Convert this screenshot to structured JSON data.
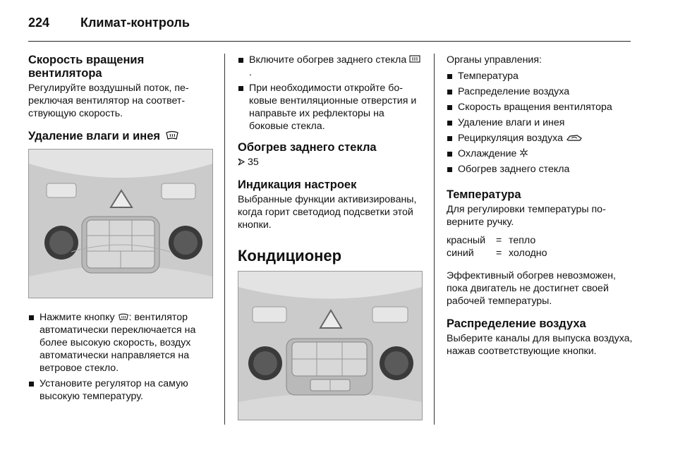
{
  "header": {
    "page_number": "224",
    "title": "Климат-контроль"
  },
  "col1": {
    "fan_title": "Скорость вращения вентилятора",
    "fan_text": "Регулируйте воздушный поток, пе­реключая вентилятор на соответ­ствующую скорость.",
    "defog_title": "Удаление влаги и инея",
    "defog_icon": "windshield-defrost-icon",
    "bullet1_pre": "Нажмите кнопку",
    "bullet1_post": ": вентилятор автоматически переключается на более высокую скорость, воз­дух автоматически направляется на ветровое стекло.",
    "bullet2": "Установите регулятор на самую высокую температуру."
  },
  "col2": {
    "bullet1_pre": "Включите обогрев заднего стекла",
    "bullet1_post": ".",
    "bullet2": "При необходимости откройте бо­ковые вентиляционные отвер­стия и направьте их рефлекторы на боковые стекла.",
    "rear_title": "Обогрев заднего стекла",
    "rear_ref": "35",
    "ind_title": "Индикация настроек",
    "ind_text": "Выбранные функции активизиро­ваны, когда горит светодиод под­светки этой кнопки.",
    "ac_title": "Кондиционер"
  },
  "col3": {
    "intro": "Органы управления:",
    "items": [
      "Температура",
      "Распределение воздуха",
      "Скорость вращения вентилятора",
      "Удаление влаги и инея",
      "Рециркуляция воздуха",
      "Охлаждение",
      "Обогрев заднего стекла"
    ],
    "temp_title": "Температура",
    "temp_text": "Для регулировки температуры по­верните ручку.",
    "red_key": "красный",
    "red_val": "тепло",
    "blue_key": "синий",
    "blue_val": "холодно",
    "eq": "=",
    "heat_text": "Эффективный обогрев невозмо­жен, пока двигатель не достигнет своей рабочей температуры.",
    "dist_title": "Распределение воздуха",
    "dist_text": "Выберите каналы для выпуска воз­духа, нажав соответствующие кнопки."
  }
}
